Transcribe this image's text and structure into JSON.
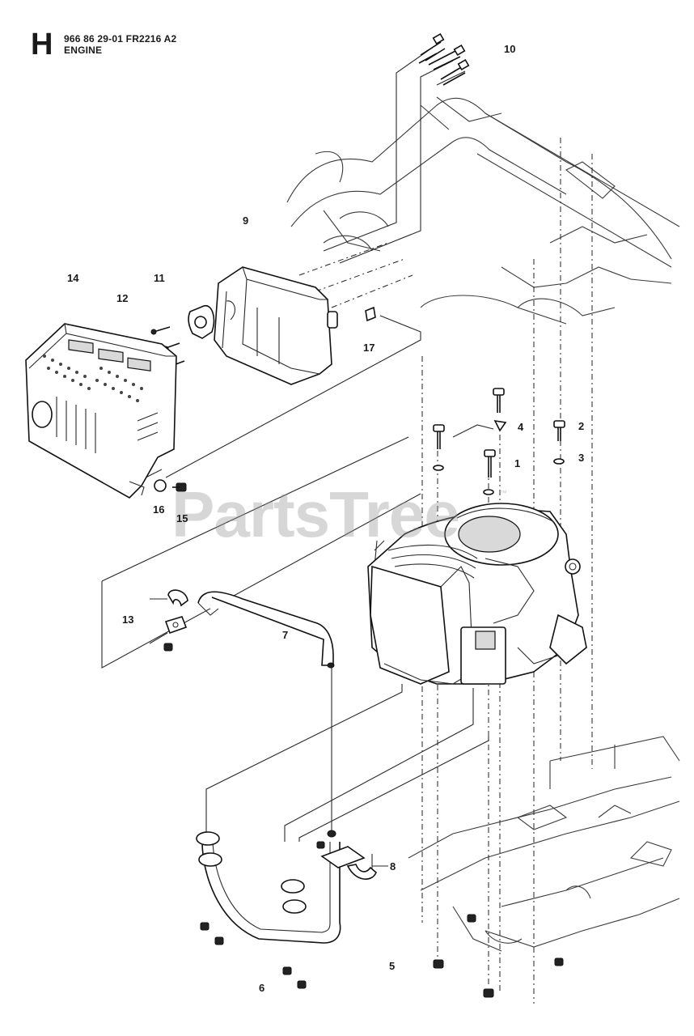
{
  "header": {
    "section_letter": "H",
    "part_code": "966 86 29-01 FR2216 A2",
    "title": "ENGINE"
  },
  "watermark": {
    "text": "PartsTree",
    "trademark": "™"
  },
  "callouts": [
    {
      "id": "callout-10",
      "label": "10"
    },
    {
      "id": "callout-9",
      "label": "9"
    },
    {
      "id": "callout-14",
      "label": "14"
    },
    {
      "id": "callout-11",
      "label": "11"
    },
    {
      "id": "callout-12",
      "label": "12"
    },
    {
      "id": "callout-17",
      "label": "17"
    },
    {
      "id": "callout-4",
      "label": "4"
    },
    {
      "id": "callout-2",
      "label": "2"
    },
    {
      "id": "callout-3",
      "label": "3"
    },
    {
      "id": "callout-1",
      "label": "1"
    },
    {
      "id": "callout-16",
      "label": "16"
    },
    {
      "id": "callout-15",
      "label": "15"
    },
    {
      "id": "callout-13",
      "label": "13"
    },
    {
      "id": "callout-7",
      "label": "7"
    },
    {
      "id": "callout-8",
      "label": "8"
    },
    {
      "id": "callout-5",
      "label": "5"
    },
    {
      "id": "callout-6",
      "label": "6"
    }
  ]
}
